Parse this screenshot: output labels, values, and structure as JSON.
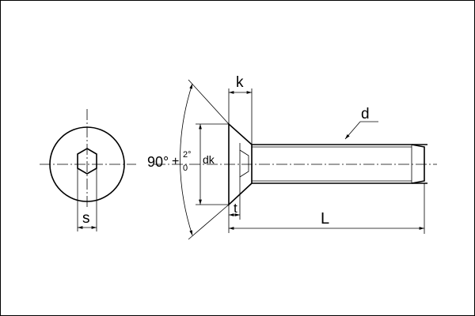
{
  "diagram": {
    "labels": {
      "s": "s",
      "k": "k",
      "d": "d",
      "dk": "dk",
      "t": "t",
      "L": "L",
      "angle_main": "90°",
      "tol_plus": "+",
      "tol_upper": "2°",
      "tol_lower": "0"
    }
  }
}
